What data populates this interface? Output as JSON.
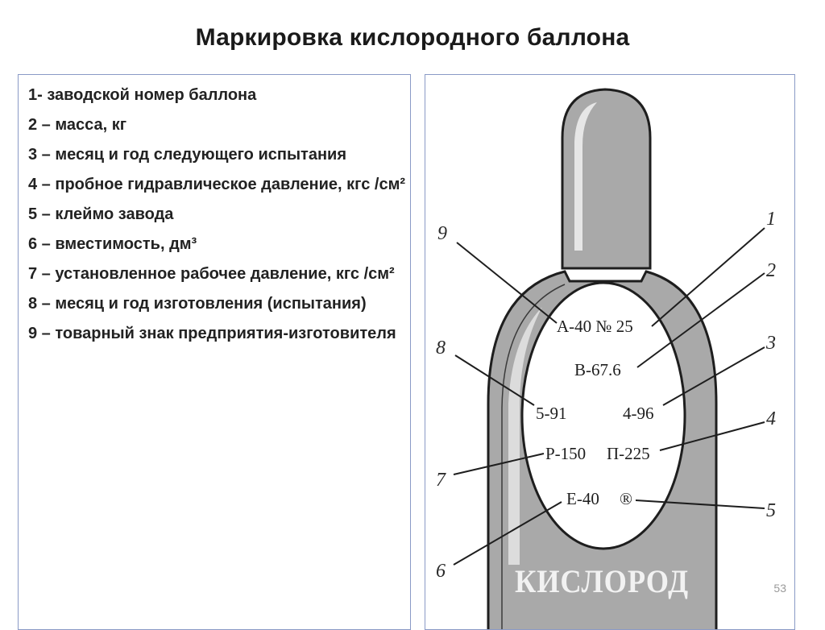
{
  "slide": {
    "title": "Маркировка кислородного баллона",
    "page_number": "53"
  },
  "legend": {
    "items": [
      "1- заводской номер баллона",
      "2 – масса, кг",
      "3 – месяц и год следующего испытания",
      "4 – пробное гидравлическое давление, кгс /см²",
      "5 – клеймо завода",
      "6 – вместимость, дм³",
      "7 – установленное рабочее давление, кгс /см²",
      "8 – месяц и год изготовления (испытания)",
      "9 – товарный знак предприятия-изготовителя"
    ]
  },
  "cylinder": {
    "marks": {
      "brand_and_serial": "А-40 № 25",
      "mass": "В-67.6",
      "manufactured": "5-91",
      "next_test": "4-96",
      "working_pressure": "Р-150",
      "test_pressure": "П-225",
      "capacity": "Е-40",
      "factory_stamp": "®"
    },
    "gas_name": "КИСЛОРОД",
    "callouts": [
      "1",
      "2",
      "3",
      "4",
      "5",
      "6",
      "7",
      "8",
      "9"
    ],
    "colors": {
      "body_fill": "#a9a9a9",
      "label_field_fill": "#ffffff",
      "outline": "#1e1e1e"
    }
  }
}
